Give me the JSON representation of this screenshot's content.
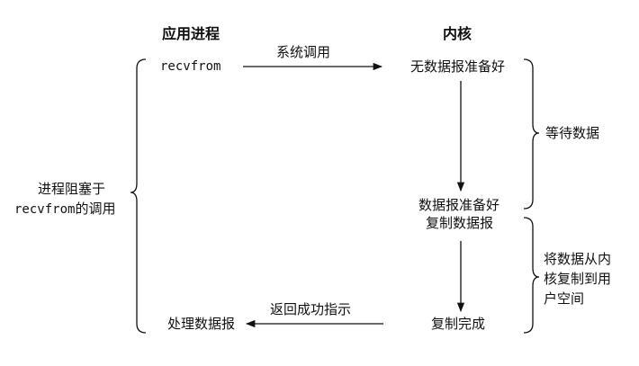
{
  "headers": {
    "app": "应用进程",
    "kernel": "内核"
  },
  "app_side": {
    "call": "recvfrom",
    "block_line1": "进程阻塞于",
    "block_line2_mono": "recvfrom",
    "block_line2_rest": "的调用",
    "process": "处理数据报"
  },
  "kernel_side": {
    "not_ready": "无数据报准备好",
    "ready": "数据报准备好",
    "copy": "复制数据报",
    "done": "复制完成"
  },
  "arrows": {
    "syscall": "系统调用",
    "return": "返回成功指示"
  },
  "phases": {
    "wait": "等待数据",
    "copy_line1": "将数据从内",
    "copy_line2": "核复制到用",
    "copy_line3": "户空间"
  },
  "colors": {
    "ink": "#111111",
    "background": "#ffffff"
  }
}
